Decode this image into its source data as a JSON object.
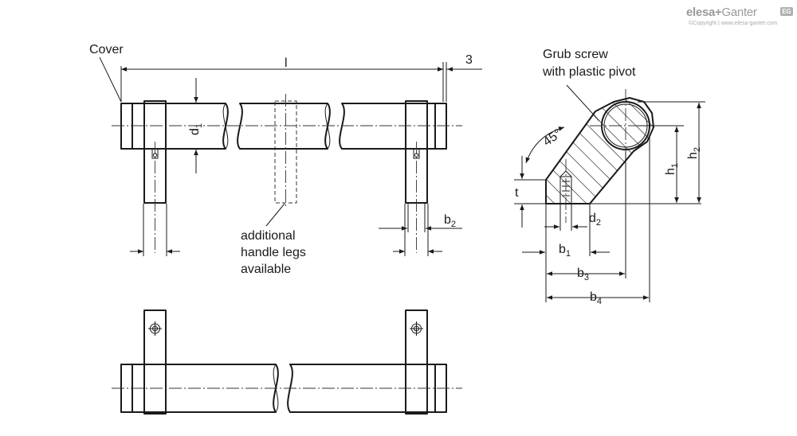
{
  "brand": {
    "logo_part1": "elesa",
    "logo_plus": "+",
    "logo_part2": "Ganter",
    "badge": "EG",
    "copyright": "©Copyright | www.elesa-ganter.com"
  },
  "labels": {
    "cover": "Cover",
    "l": "l",
    "three": "3",
    "d": "d",
    "d_sub": "1",
    "b2": "b",
    "b2_sub": "2",
    "legs_line1": "additional",
    "legs_line2": "handle legs",
    "legs_line3": "available",
    "grub_line1": "Grub screw",
    "grub_line2": "with plastic pivot",
    "angle": "45°",
    "t": "t",
    "side_d2": "d",
    "side_d2_sub": "2",
    "side_b1": "b",
    "side_b1_sub": "1",
    "side_b3": "b",
    "side_b3_sub": "3",
    "side_b4": "b",
    "side_b4_sub": "4",
    "h1": "h",
    "h1_sub": "1",
    "h2": "h",
    "h2_sub": "2"
  }
}
